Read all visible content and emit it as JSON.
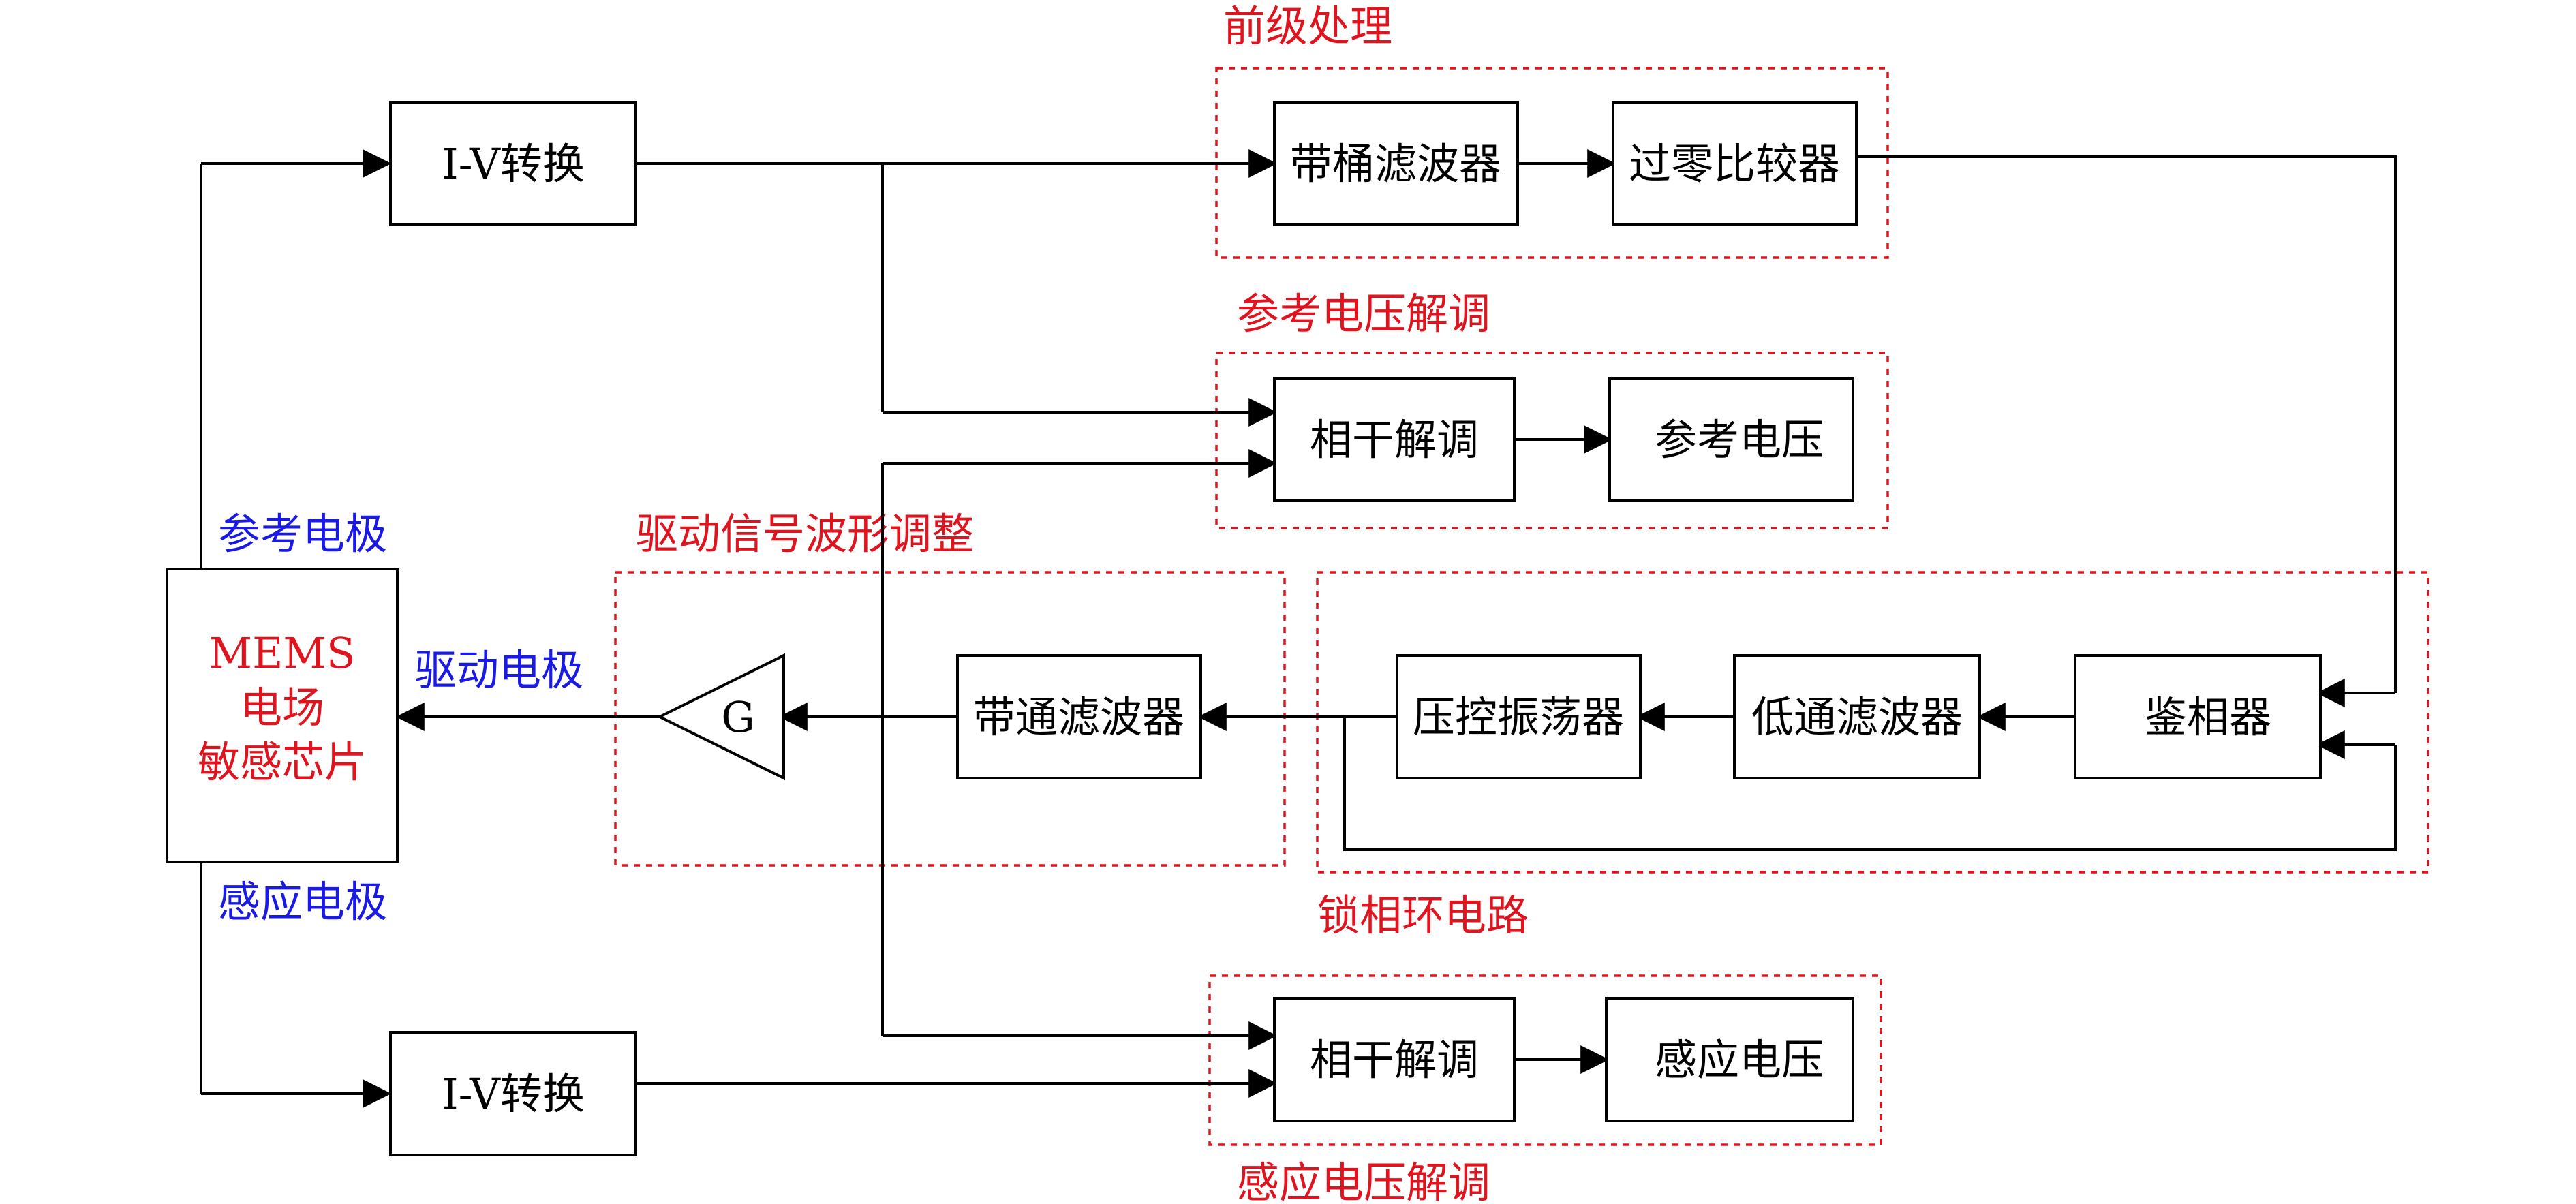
{
  "groups": {
    "front_processing": "前级处理",
    "reference_demod": "参考电压解调",
    "drive_shaping": "驱动信号波形调整",
    "pll": "锁相环电路",
    "sense_demod": "感应电压解调"
  },
  "blocks": {
    "iv_top": "I-V转换",
    "iv_bottom": "I-V转换",
    "bucket_filter": "带桶滤波器",
    "zero_cross": "过零比较器",
    "coherent_demod_ref": "相干解调",
    "ref_voltage": "参考电压",
    "amp_g": "G",
    "bandpass": "带通滤波器",
    "vco": "压控振荡器",
    "lowpass": "低通滤波器",
    "phase_detector": "鉴相器",
    "coherent_demod_sense": "相干解调",
    "sense_voltage": "感应电压"
  },
  "chip": {
    "line1": "MEMS",
    "line2": "电场",
    "line3": "敏感芯片"
  },
  "electrodes": {
    "reference": "参考电极",
    "drive": "驱动电极",
    "sense": "感应电极"
  },
  "colors": {
    "group_outline": "#e0141e",
    "group_label": "#e0141e",
    "electrode_label": "#1a1ae6",
    "block_outline": "#000000"
  }
}
